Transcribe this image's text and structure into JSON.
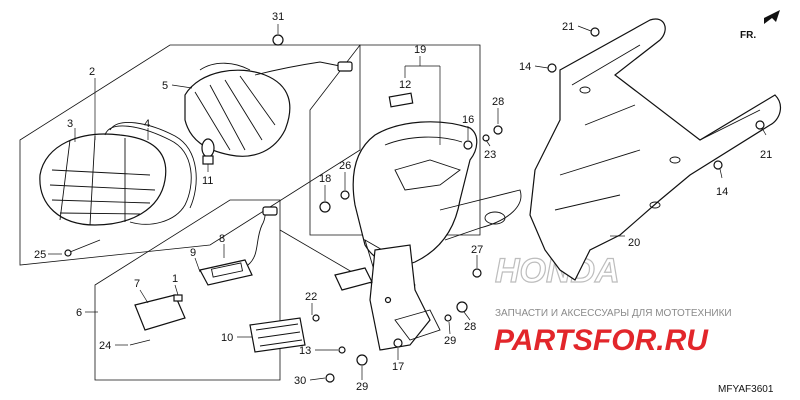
{
  "diagram": {
    "labels": {
      "l31": "31",
      "l2": "2",
      "l5": "5",
      "l3": "3",
      "l4": "4",
      "l11": "11",
      "l25": "25",
      "l19": "19",
      "l12": "12",
      "l28a": "28",
      "l16": "16",
      "l23": "23",
      "l18": "18",
      "l26": "26",
      "l21a": "21",
      "l14a": "14",
      "l21b": "21",
      "l14b": "14",
      "l20": "20",
      "l8": "8",
      "l9": "9",
      "l7": "7",
      "l1": "1",
      "l6": "6",
      "l24": "24",
      "l10": "10",
      "l22": "22",
      "l13": "13",
      "l30": "30",
      "l29a": "29",
      "l17": "17",
      "l27": "27",
      "l29b": "29",
      "l28b": "28"
    },
    "direction_label": "FR.",
    "watermark_brand": "HONDA",
    "diagram_code": "MFYAF3601"
  },
  "watermark": {
    "title": "ЗАПЧАСТИ И АКСЕССУАРЫ ДЛЯ МОТОТЕХНИКИ",
    "logo": "PARTSFOR.RU",
    "logo_color": "#e2262b"
  }
}
